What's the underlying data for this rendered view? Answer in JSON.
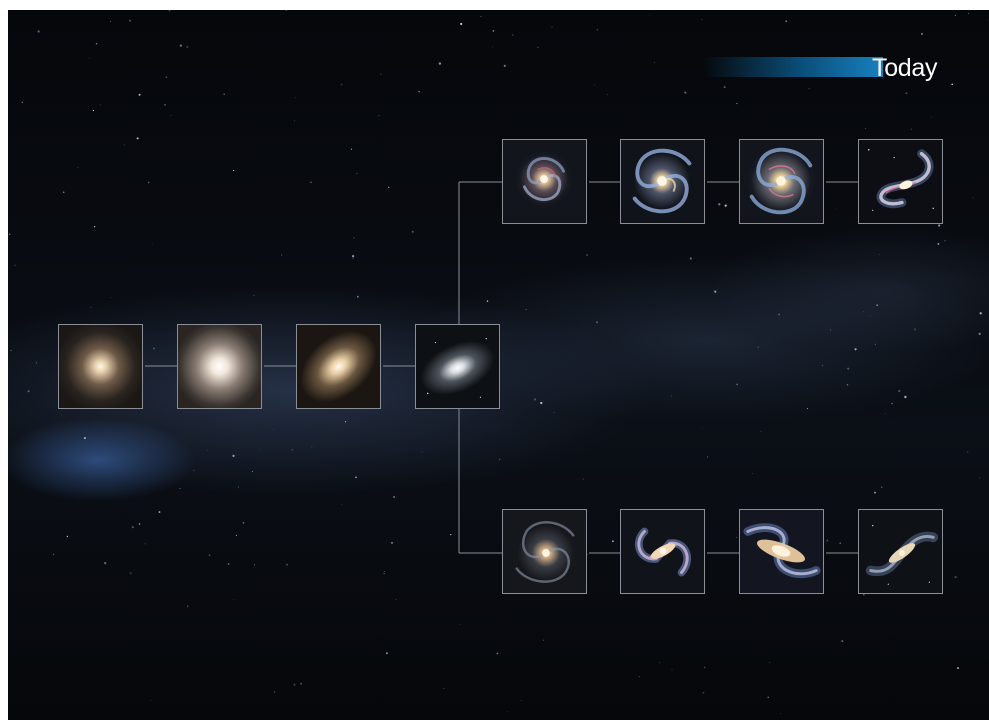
{
  "timeline": {
    "label": "Today",
    "accent": "#1880bf"
  },
  "galaxies": {
    "trunk": [
      "elliptical-round",
      "elliptical-large",
      "elliptical-tilted",
      "lenticular"
    ],
    "upper_branch": [
      "spiral-compact",
      "spiral-open",
      "spiral-grand-design",
      "spiral-distorted"
    ],
    "lower_branch": [
      "spiral-faint",
      "barred-spiral-early",
      "barred-spiral",
      "barred-spiral-edge"
    ]
  },
  "colors": {
    "connector": "#8a8f97",
    "background": "#07090d"
  }
}
